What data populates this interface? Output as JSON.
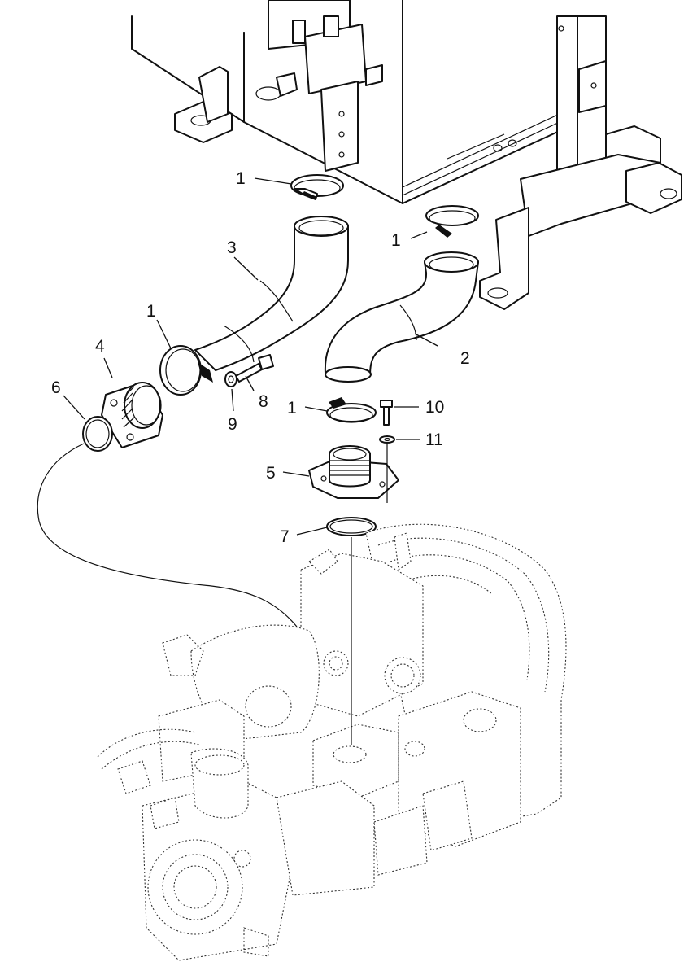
{
  "callouts": [
    {
      "id": "c1a",
      "label": "1"
    },
    {
      "id": "c1b",
      "label": "1"
    },
    {
      "id": "c1c",
      "label": "1"
    },
    {
      "id": "c1d",
      "label": "1"
    },
    {
      "id": "c2",
      "label": "2"
    },
    {
      "id": "c3",
      "label": "3"
    },
    {
      "id": "c4",
      "label": "4"
    },
    {
      "id": "c5",
      "label": "5"
    },
    {
      "id": "c6",
      "label": "6"
    },
    {
      "id": "c7",
      "label": "7"
    },
    {
      "id": "c8",
      "label": "8"
    },
    {
      "id": "c9",
      "label": "9"
    },
    {
      "id": "c10",
      "label": "10"
    },
    {
      "id": "c11",
      "label": "11"
    }
  ]
}
